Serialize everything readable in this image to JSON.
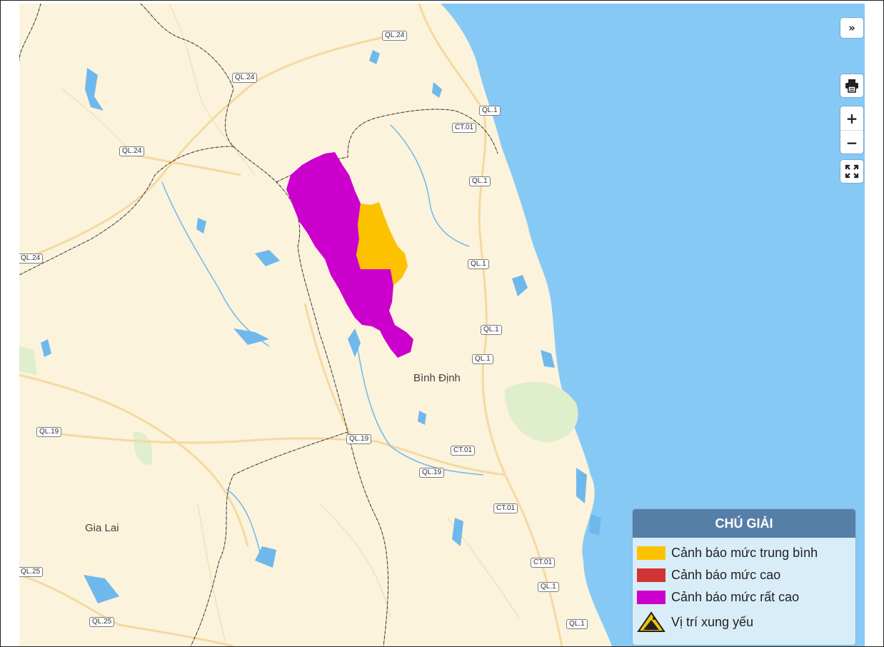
{
  "map": {
    "roads": [
      {
        "label": "QL.24",
        "key": "r1"
      },
      {
        "label": "QL.24",
        "key": "r2"
      },
      {
        "label": "QL.24",
        "key": "r3"
      },
      {
        "label": "QL.24",
        "key": "r4"
      },
      {
        "label": "QL.1",
        "key": "r5"
      },
      {
        "label": "CT.01",
        "key": "r6"
      },
      {
        "label": "QL.1",
        "key": "r7"
      },
      {
        "label": "QL.1",
        "key": "r8"
      },
      {
        "label": "QL.1",
        "key": "r9"
      },
      {
        "label": "QL.1",
        "key": "r10"
      },
      {
        "label": "QL.19",
        "key": "r11"
      },
      {
        "label": "QL.19",
        "key": "r12"
      },
      {
        "label": "CT.01",
        "key": "r13"
      },
      {
        "label": "QL.19",
        "key": "r14"
      },
      {
        "label": "CT.01",
        "key": "r15"
      },
      {
        "label": "CT.01",
        "key": "r16"
      },
      {
        "label": "QL.1",
        "key": "r17"
      },
      {
        "label": "QL.25",
        "key": "r18"
      },
      {
        "label": "QL.25",
        "key": "r19"
      },
      {
        "label": "QL.1",
        "key": "r20"
      }
    ],
    "places": {
      "binh_dinh": "Bình Định",
      "gia_lai": "Gia Lai"
    },
    "colors": {
      "land": "#fbf3dc",
      "sea": "#87c9f5",
      "water": "#6fb8ec",
      "road": "#f6d9a0",
      "medium": "#fcc200",
      "very_high": "#cc00cc"
    }
  },
  "controls": {
    "collapse_icon": "double-chevron-right-icon",
    "print_icon": "printer-icon",
    "zoom_in": "+",
    "zoom_out": "−",
    "fullscreen_icon": "fullscreen-icon"
  },
  "legend": {
    "title": "CHÚ GIẢI",
    "items": [
      {
        "label": "Cảnh báo mức trung bình",
        "color": "#fcc200"
      },
      {
        "label": "Cảnh báo mức cao",
        "color": "#d13434"
      },
      {
        "label": "Cảnh báo mức rất cao",
        "color": "#cc00cc"
      },
      {
        "label": "Vị trí xung yếu",
        "icon": "landslide-warning-icon"
      }
    ]
  }
}
